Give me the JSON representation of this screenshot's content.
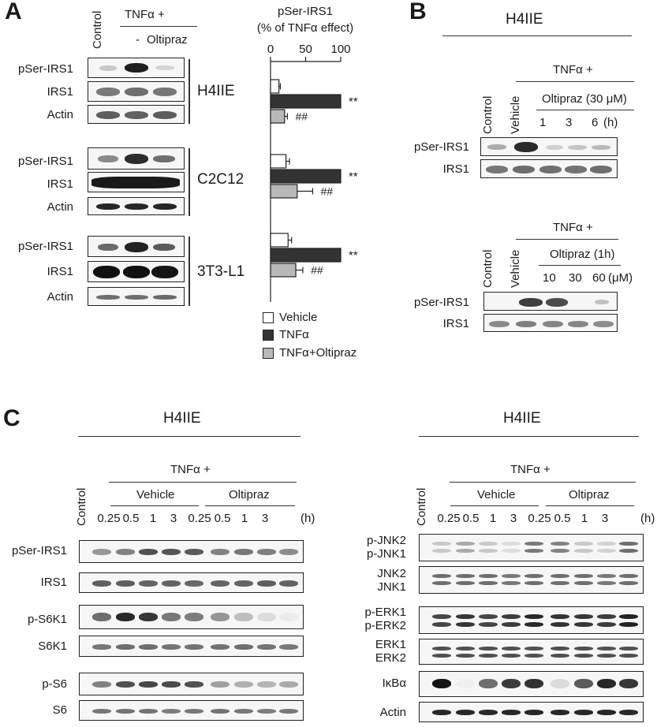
{
  "panels": {
    "A": "A",
    "B": "B",
    "C": "C"
  },
  "panelA": {
    "lane_control": "Control",
    "tnf_header": "TNFα +",
    "lane_minus": "-",
    "lane_oltipraz": "Oltipraz",
    "cells": [
      {
        "name": "H4IIE",
        "rows": [
          "pSer-IRS1",
          "IRS1",
          "Actin"
        ]
      },
      {
        "name": "C2C12",
        "rows": [
          "pSer-IRS1",
          "IRS1",
          "Actin"
        ]
      },
      {
        "name": "3T3-L1",
        "rows": [
          "pSer-IRS1",
          "IRS1",
          "Actin"
        ]
      }
    ]
  },
  "chart_data": {
    "type": "bar",
    "title": "pSer-IRS1",
    "subtitle": "(% of TNFα effect)",
    "orientation": "horizontal",
    "xlim": [
      0,
      100
    ],
    "ticks": [
      0,
      50,
      100
    ],
    "categories": [
      "H4IIE",
      "C2C12",
      "3T3-L1"
    ],
    "series": [
      {
        "name": "Vehicle",
        "color": "#ffffff",
        "values": [
          12,
          22,
          25
        ],
        "errors": [
          2,
          5,
          5
        ]
      },
      {
        "name": "TNFα",
        "color": "#333333",
        "values": [
          100,
          100,
          100
        ],
        "errors": [
          0,
          0,
          0
        ]
      },
      {
        "name": "TNFα+Oltipraz",
        "color": "#b8b8b8",
        "values": [
          20,
          38,
          36
        ],
        "errors": [
          4,
          22,
          10
        ]
      }
    ],
    "annotations": {
      "tnf": "**",
      "oltipraz": "##"
    },
    "legend": "bottom"
  },
  "panelB": {
    "cell": "H4IIE",
    "top": {
      "tnf_header": "TNFα +",
      "lane_control": "Control",
      "lane_vehicle": "Vehicle",
      "drug_header": "Oltipraz (30 μM)",
      "times": [
        "1",
        "3",
        "6"
      ],
      "unit": "(h)",
      "rows": [
        "pSer-IRS1",
        "IRS1"
      ]
    },
    "bottom": {
      "tnf_header": "TNFα +",
      "lane_control": "Control",
      "lane_vehicle": "Vehicle",
      "drug_header": "Oltipraz (1h)",
      "doses": [
        "10",
        "30",
        "60"
      ],
      "unit": "(μM)",
      "rows": [
        "pSer-IRS1",
        "IRS1"
      ]
    }
  },
  "panelC": {
    "left": {
      "cell": "H4IIE",
      "tnf_header": "TNFα +",
      "lane_control": "Control",
      "group1": "Vehicle",
      "group2": "Oltipraz",
      "times": [
        "0.25",
        "0.5",
        "1",
        "3",
        "0.25",
        "0.5",
        "1",
        "3"
      ],
      "unit": "(h)",
      "rows": [
        "pSer-IRS1",
        "IRS1",
        "p-S6K1",
        "S6K1",
        "p-S6",
        "S6"
      ]
    },
    "right": {
      "cell": "H4IIE",
      "tnf_header": "TNFα +",
      "lane_control": "Control",
      "group1": "Vehicle",
      "group2": "Oltipraz",
      "times": [
        "0.25",
        "0.5",
        "1",
        "3",
        "0.25",
        "0.5",
        "1",
        "3"
      ],
      "unit": "(h)",
      "rows": [
        {
          "l1": "p-JNK2",
          "l2": "p-JNK1"
        },
        {
          "l1": "JNK2",
          "l2": "JNK1"
        },
        {
          "l1": "p-ERK1",
          "l2": "p-ERK2"
        },
        {
          "l1": "ERK1",
          "l2": "ERK2"
        },
        {
          "l1": "IκBα",
          "l2": ""
        },
        {
          "l1": "Actin",
          "l2": ""
        }
      ]
    }
  }
}
